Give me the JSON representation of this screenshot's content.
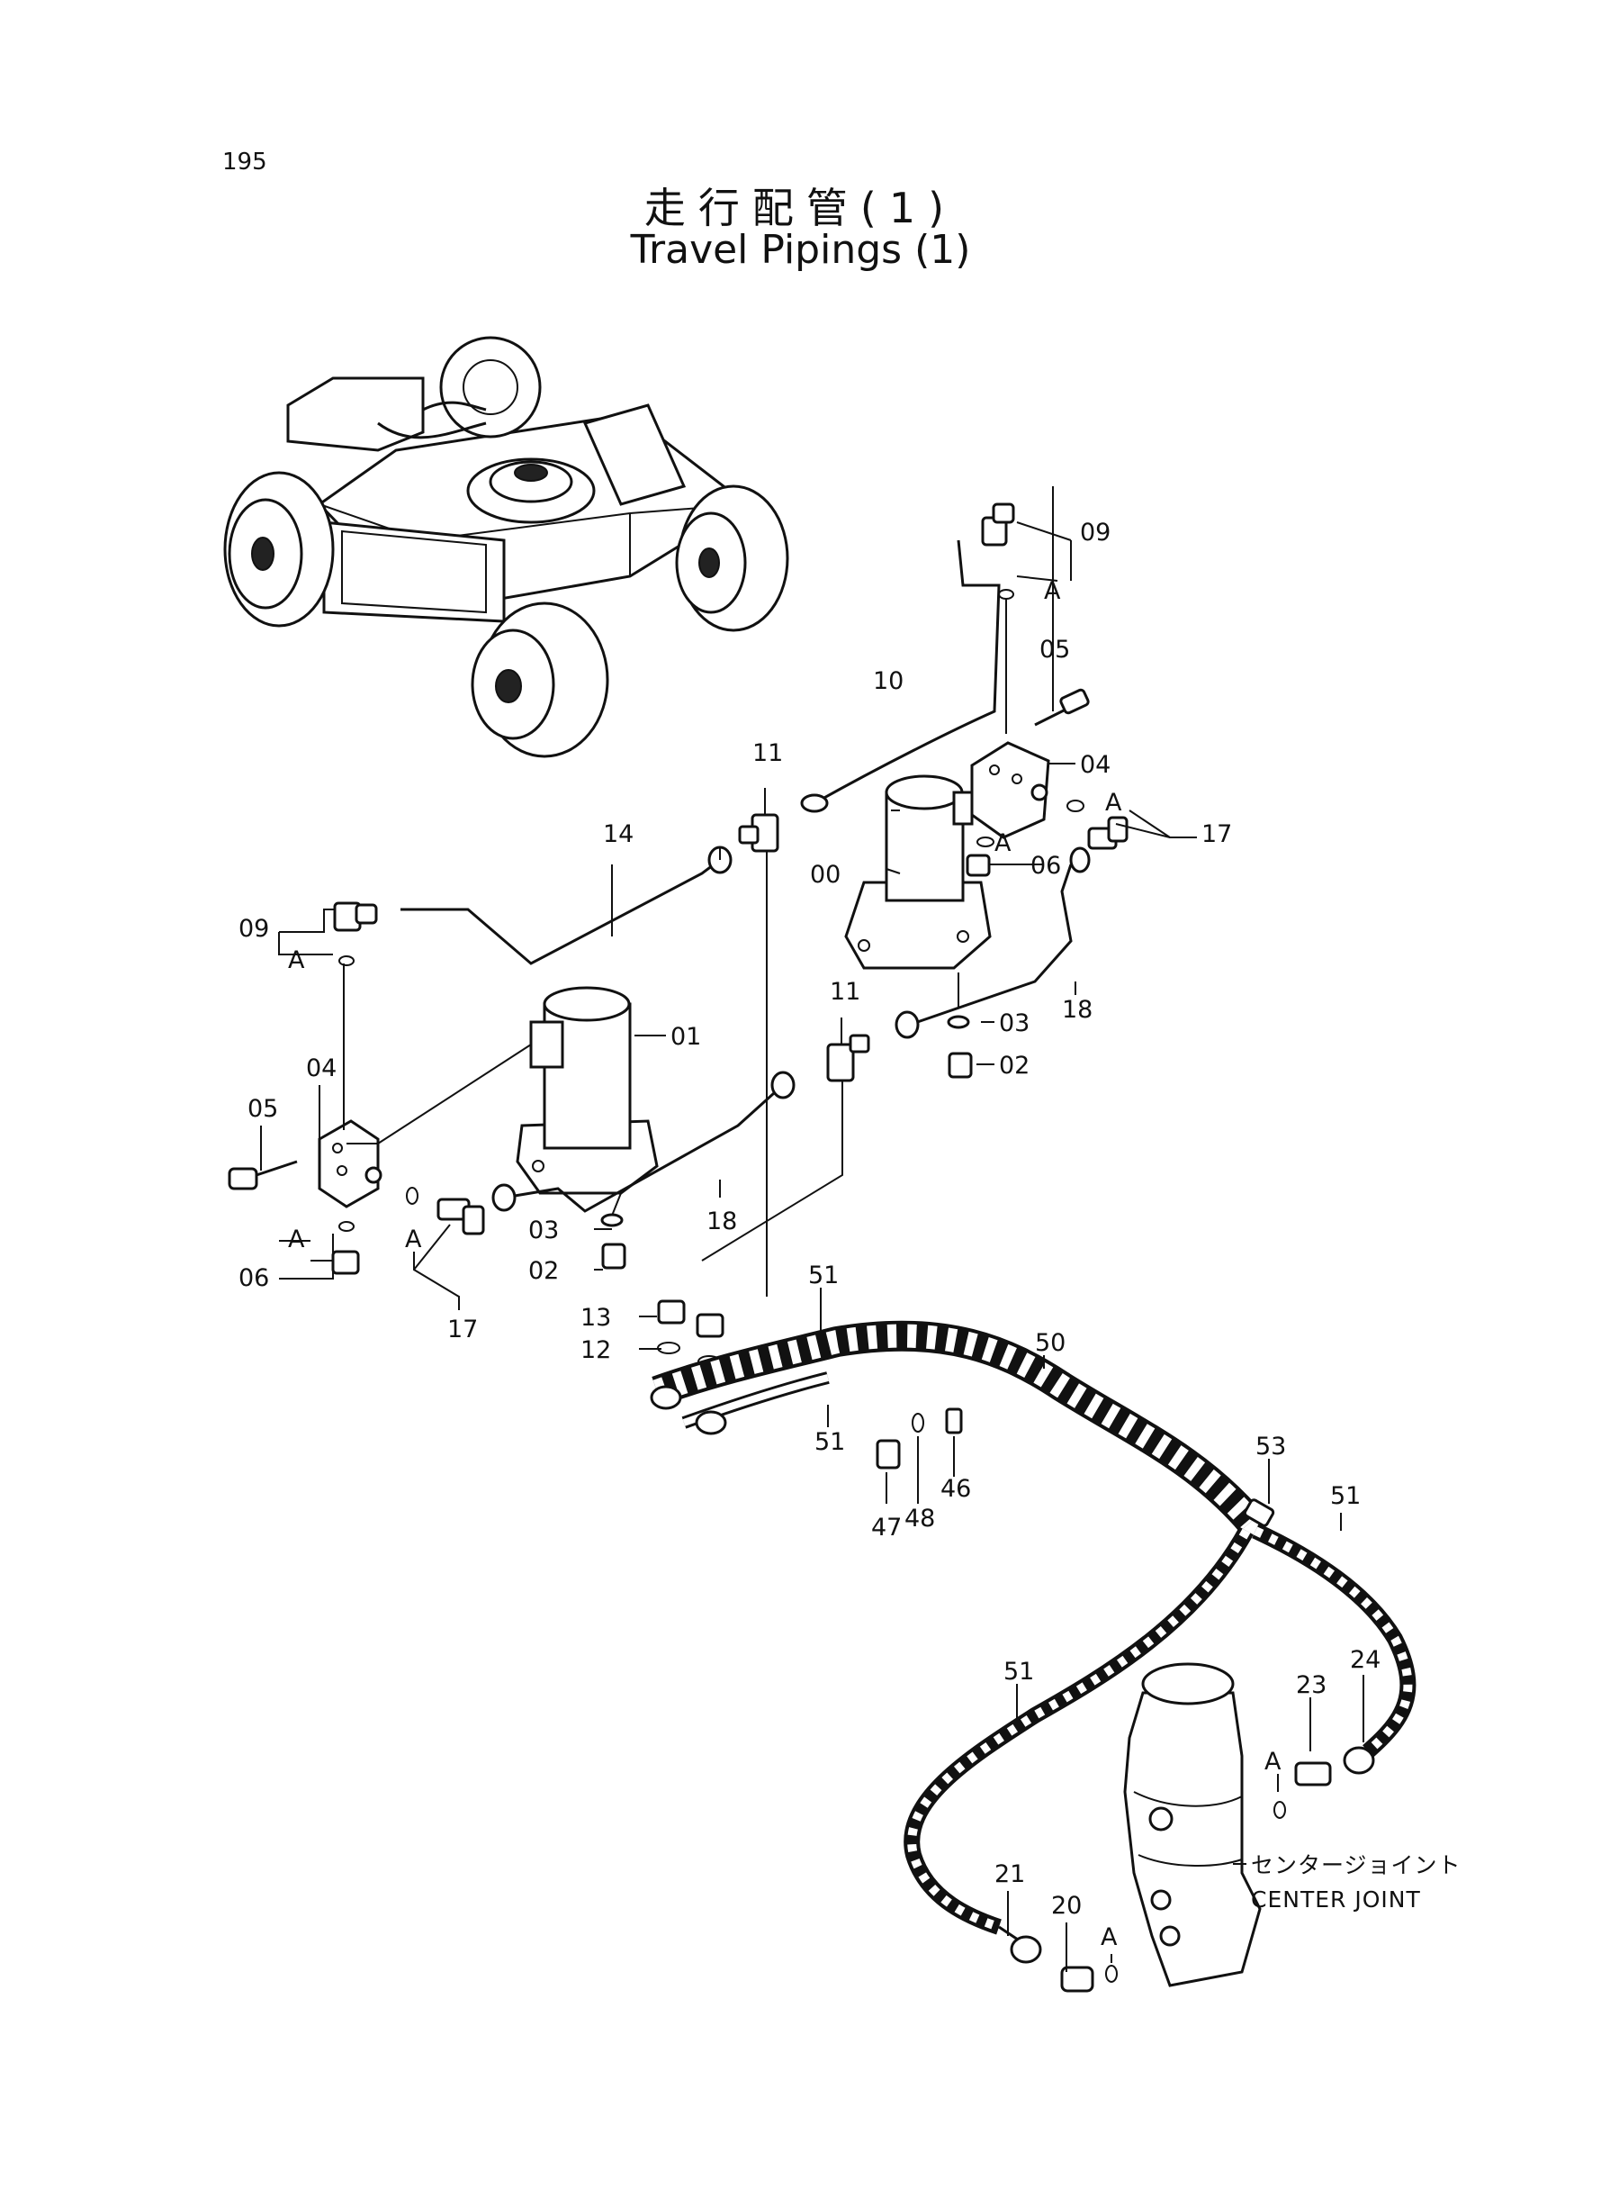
{
  "page_number": "195",
  "title_jp": "走行配管(1)",
  "title_en": "Travel Pipings (1)",
  "center_joint": {
    "label_jp": "センタージョイント",
    "label_en": "CENTER JOINT"
  },
  "callouts": {
    "c00": "00",
    "c01": "01",
    "c02a": "02",
    "c02b": "02",
    "c03a": "03",
    "c03b": "03",
    "c04a": "04",
    "c04b": "04",
    "c05a": "05",
    "c05b": "05",
    "c06a": "06",
    "c06b": "06",
    "c09a": "09",
    "c09b": "09",
    "c10": "10",
    "c11a": "11",
    "c11b": "11",
    "c12": "12",
    "c13": "13",
    "c14": "14",
    "c17a": "17",
    "c17b": "17",
    "c18a": "18",
    "c18b": "18",
    "c20": "20",
    "c21": "21",
    "c23": "23",
    "c24": "24",
    "c46": "46",
    "c47": "47",
    "c48": "48",
    "c50": "50",
    "c51a": "51",
    "c51b": "51",
    "c51c": "51",
    "c51d": "51",
    "c53": "53",
    "a1": "A",
    "a2": "A",
    "a3": "A",
    "a4": "A",
    "a5": "A",
    "a6": "A",
    "a7": "A",
    "a8": "A"
  }
}
